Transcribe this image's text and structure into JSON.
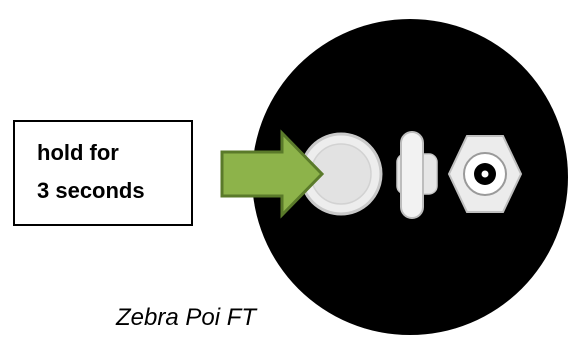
{
  "callout": {
    "line1": "hold for",
    "line2": "3 seconds"
  },
  "caption": "Zebra Poi FT",
  "icons": {
    "device": "poi-device-icon",
    "button": "power-button-icon",
    "arrow": "arrow-right-icon",
    "switch": "switch-icon",
    "port": "charging-port-icon"
  },
  "colors": {
    "device_body": "#000000",
    "button": "#e6e6e6",
    "arrow_fill": "#8db34a",
    "arrow_stroke": "#5a7a2a",
    "callout_border": "#000000"
  }
}
